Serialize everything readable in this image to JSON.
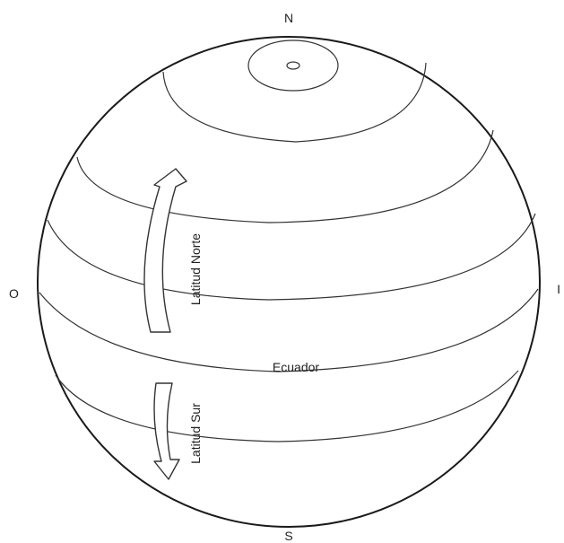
{
  "compass": {
    "north": "N",
    "south": "S",
    "west": "O",
    "east": "I"
  },
  "labels": {
    "equator": "Ecuador",
    "north_latitude": "Latitud Norte",
    "south_latitude": "Latitud Sur"
  }
}
